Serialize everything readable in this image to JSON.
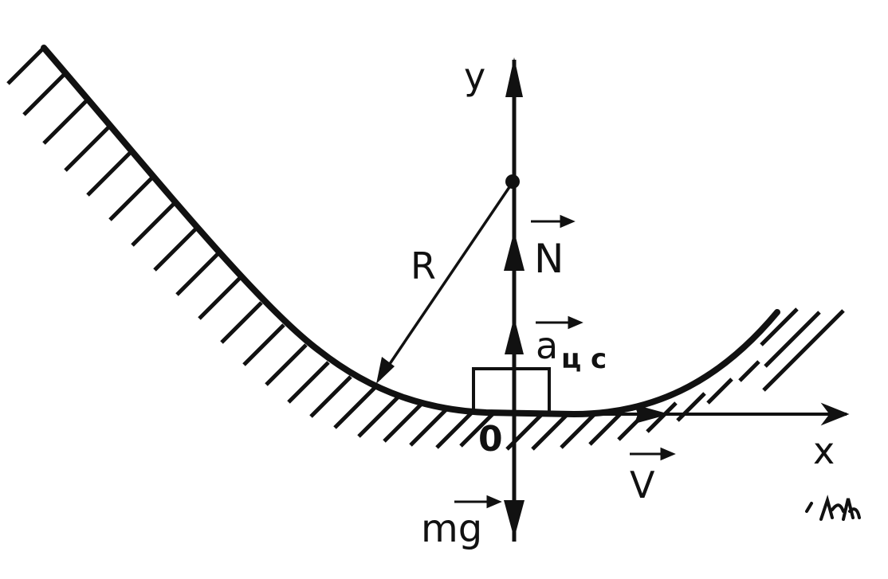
{
  "labels": {
    "y_axis": "y",
    "x_axis": "x",
    "origin": "0",
    "radius": "R",
    "normal_force": "N",
    "centripetal_accel_main": "a",
    "centripetal_accel_sub": "ц с",
    "velocity": "V",
    "weight": "mg"
  },
  "colors": {
    "ink": "#111111",
    "background": "#ffffff"
  }
}
